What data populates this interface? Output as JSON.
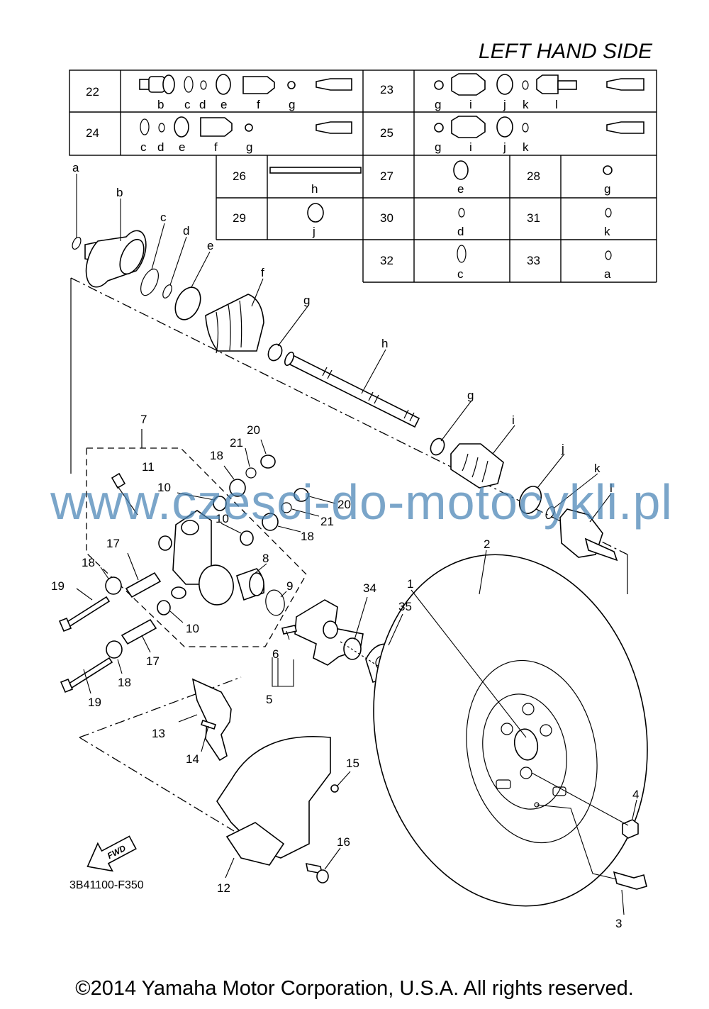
{
  "header": {
    "title": "LEFT HAND SIDE"
  },
  "kit_table": {
    "rows": [
      {
        "num": "22",
        "letters": [
          "b",
          "c",
          "d",
          "e",
          "f",
          "g"
        ]
      },
      {
        "num": "23",
        "letters": [
          "g",
          "i",
          "j",
          "k",
          "l"
        ]
      },
      {
        "num": "24",
        "letters": [
          "c",
          "d",
          "e",
          "f",
          "g"
        ]
      },
      {
        "num": "25",
        "letters": [
          "g",
          "i",
          "j",
          "k"
        ]
      },
      {
        "num": "26",
        "letters": [
          "h"
        ]
      },
      {
        "num": "27",
        "letters": [
          "e"
        ]
      },
      {
        "num": "28",
        "letters": [
          "g"
        ]
      },
      {
        "num": "29",
        "letters": [
          "j"
        ]
      },
      {
        "num": "30",
        "letters": [
          "d"
        ]
      },
      {
        "num": "31",
        "letters": [
          "k"
        ]
      },
      {
        "num": "32",
        "letters": [
          "c"
        ]
      },
      {
        "num": "33",
        "letters": [
          "a"
        ]
      }
    ]
  },
  "callouts": {
    "a": "a",
    "b": "b",
    "c": "c",
    "d": "d",
    "e": "e",
    "f": "f",
    "g": "g",
    "h": "h",
    "g2": "g",
    "i": "i",
    "j": "j",
    "k": "k",
    "l": "l",
    "n1": "1",
    "n2": "2",
    "n3": "3",
    "n4": "4",
    "n5": "5",
    "n6": "6",
    "n7": "7",
    "n8": "8",
    "n9": "9",
    "n10a": "10",
    "n10b": "10",
    "n10c": "10",
    "n11": "11",
    "n12": "12",
    "n13": "13",
    "n14": "14",
    "n15": "15",
    "n16": "16",
    "n17a": "17",
    "n17b": "17",
    "n18a": "18",
    "n18b": "18",
    "n18c": "18",
    "n18d": "18",
    "n19a": "19",
    "n19b": "19",
    "n20a": "20",
    "n20b": "20",
    "n21a": "21",
    "n21b": "21",
    "n34": "34",
    "n35": "35"
  },
  "fwd_arrow": "FWD",
  "diagram_code": "3B41100-F350",
  "watermark": "www.czesci-do-motocykli.pl",
  "footer": {
    "copyright": "©2014 Yamaha Motor Corporation, U.S.A. All rights reserved."
  }
}
